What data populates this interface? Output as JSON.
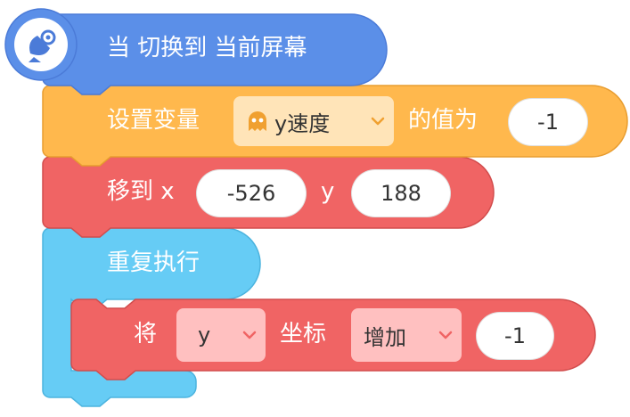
{
  "colors": {
    "event": "#5b8fe8",
    "event_dark": "#4b7bd8",
    "variables": "#ffb84d",
    "variables_border": "#e89d30",
    "motion": "#f06464",
    "motion_border": "#d24d4d",
    "control": "#66ccf5",
    "control_border": "#4bb3de",
    "var_dropdown_bg": "#ffe4b8",
    "motion_dropdown_bg": "#ffc0c0",
    "chevron_var": "#f0a030",
    "chevron_motion": "#f06464"
  },
  "blocks": {
    "event_switch": {
      "icon": "sprite-radar-icon",
      "label": "当 切换到 当前屏幕"
    },
    "set_variable": {
      "label": "设置变量",
      "variable_icon": "ghost-icon",
      "variable": "y速度",
      "label2": "的值为",
      "value": "-1"
    },
    "move_to": {
      "label": "移到 x",
      "x_value": "-526",
      "label_y": "y",
      "y_value": "188"
    },
    "forever": {
      "label": "重复执行"
    },
    "change_coord": {
      "label": "将",
      "axis": "y",
      "label2": "坐标",
      "operation": "增加",
      "value": "-1"
    }
  }
}
